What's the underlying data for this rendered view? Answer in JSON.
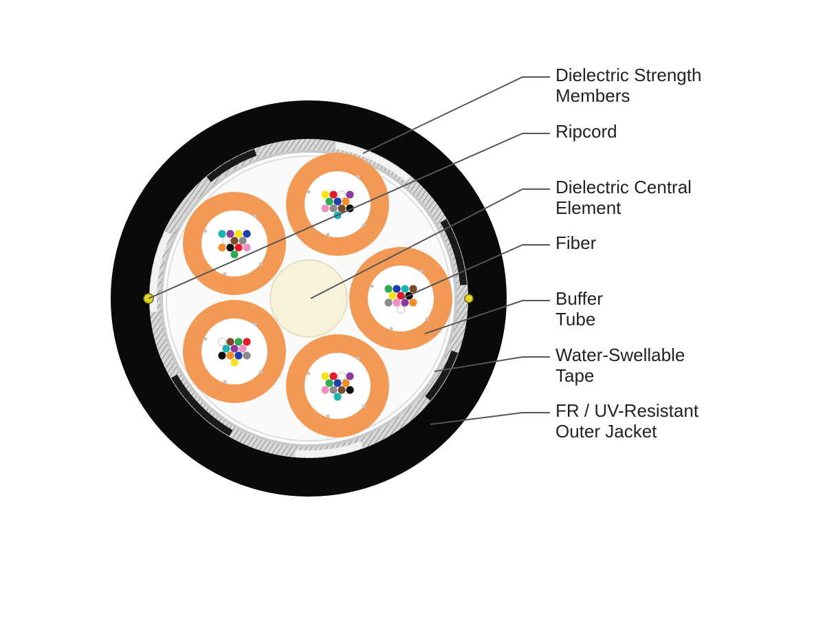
{
  "colors": {
    "jacket": "#0a0a0a",
    "core_fill": "#ffffff",
    "tape": "#c9c9c9",
    "buffer_tube": "#f29a55",
    "central_element": "#f6f3da",
    "leader_line": "#555555",
    "label_text": "#222222",
    "ripcord": "#e3d62b"
  },
  "fiber_colors": [
    "#1f3fa8",
    "#f28c28",
    "#2eab52",
    "#7b4a2a",
    "#8a8a8a",
    "#ffffff",
    "#e6192b",
    "#111111",
    "#f2e419",
    "#8e3c9c",
    "#f08dc1",
    "#1cb3b3"
  ],
  "callouts": [
    {
      "id": "dielectric-strength-members",
      "lines": [
        "Dielectric Strength",
        "Members"
      ]
    },
    {
      "id": "ripcord",
      "lines": [
        "Ripcord"
      ]
    },
    {
      "id": "dielectric-central-element",
      "lines": [
        "Dielectric Central",
        "Element"
      ]
    },
    {
      "id": "fiber",
      "lines": [
        "Fiber"
      ]
    },
    {
      "id": "buffer-tube",
      "lines": [
        "Buffer",
        "Tube"
      ]
    },
    {
      "id": "water-swellable-tape",
      "lines": [
        "Water-Swellable",
        "Tape"
      ]
    },
    {
      "id": "outer-jacket",
      "lines": [
        "FR / UV-Resistant",
        "Outer Jacket"
      ]
    }
  ],
  "buffer_tube_count": 5,
  "fibers_per_tube": 12
}
